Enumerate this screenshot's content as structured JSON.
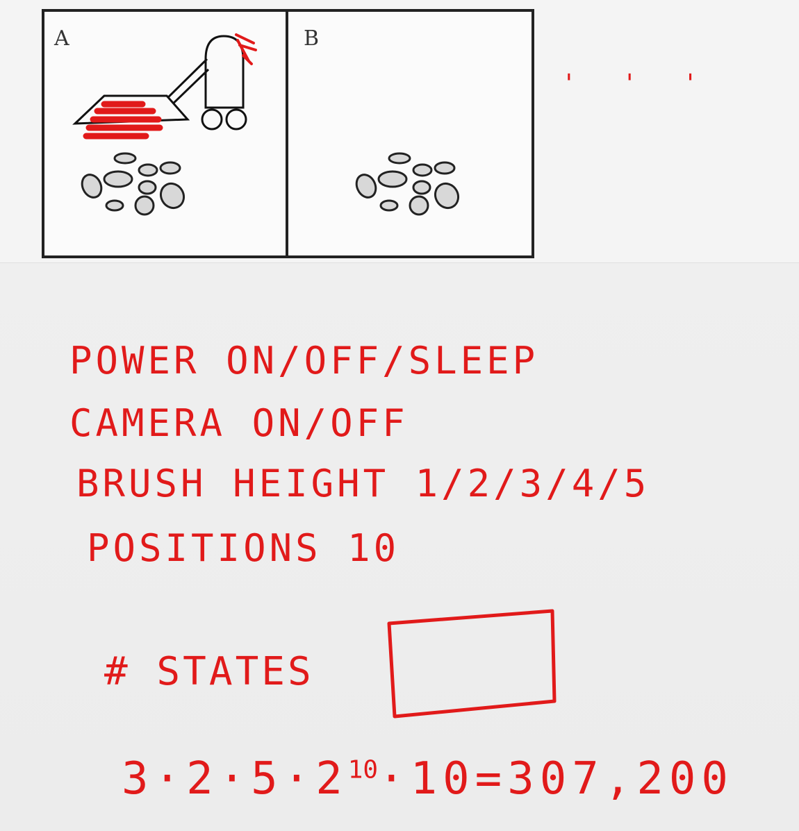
{
  "panels": {
    "a_label": "A",
    "b_label": "B"
  },
  "ellipsis": "' ' '",
  "notes": {
    "power": "POWER ON/OFF/SLEEP",
    "camera": "CAMERA ON/OFF",
    "brush": "BRUSH HEIGHT 1/2/3/4/5",
    "positions": "POSITIONS 10"
  },
  "states_label": "# STATES",
  "equation": {
    "base": "3·2·5·2",
    "exponent": "10",
    "rest": "·10=307,200"
  },
  "colors": {
    "ink": "#e11a1a",
    "panel_border": "#222222",
    "dirt_fill": "#d8d8d8"
  }
}
